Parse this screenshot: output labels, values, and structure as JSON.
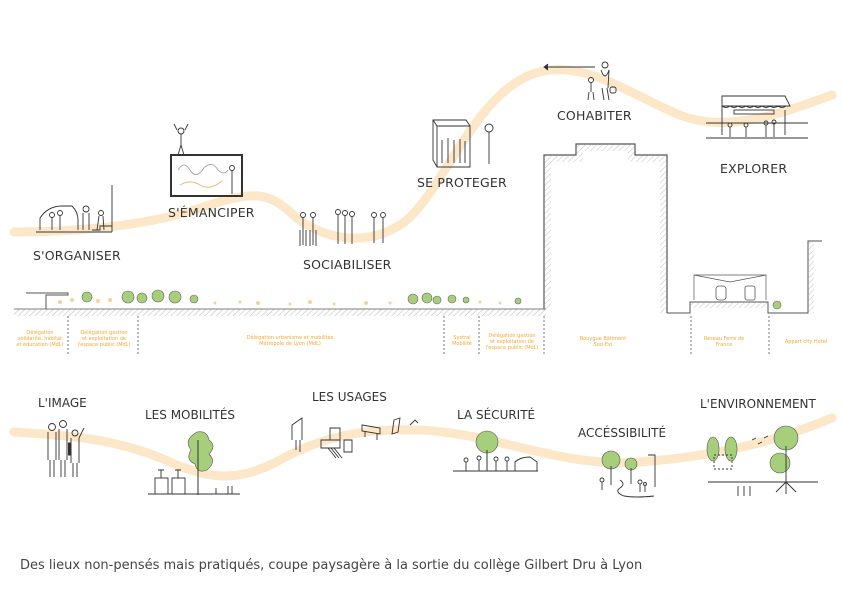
{
  "colors": {
    "ribbon": "#fce7c8",
    "zone_text": "#f4a836",
    "tree_fill": "#a7cf7b",
    "ink": "#333333"
  },
  "top_themes": [
    {
      "id": "organiser",
      "label": "S'ORGANISER"
    },
    {
      "id": "emanciper",
      "label": "S'ÉMANCIPER"
    },
    {
      "id": "sociabiliser",
      "label": "SOCIABILISER"
    },
    {
      "id": "proteger",
      "label": "SE PROTEGER"
    },
    {
      "id": "cohabiter",
      "label": "COHABITER"
    },
    {
      "id": "explorer",
      "label": "EXPLORER"
    }
  ],
  "zones": [
    {
      "label": "Délégation\nsolidarité, habitat\net éducation (MdL)"
    },
    {
      "label": "Délégation gestion\net exploitation de\nl'espace public (MdL)"
    },
    {
      "label": "Délégation urbanisme et mobilités\nMétropole de Lyon (MdL)"
    },
    {
      "label": "Systral\nMobilité"
    },
    {
      "label": "Délégation gestion\net exploitation de\nl'espace public (MdL)"
    },
    {
      "label": "Bouygue Bâtiment\nSud-Est"
    },
    {
      "label": "Réseau Ferré de\nFrance"
    },
    {
      "label": "Appart city Hotel"
    }
  ],
  "bottom_themes": [
    {
      "id": "image",
      "label": "L'IMAGE"
    },
    {
      "id": "mobilites",
      "label": "LES MOBILITÉS"
    },
    {
      "id": "usages",
      "label": "LES USAGES"
    },
    {
      "id": "securite",
      "label": "LA SÉCURITÉ"
    },
    {
      "id": "accessibilite",
      "label": "ACCÉSSIBILITÉ"
    },
    {
      "id": "environnement",
      "label": "L'ENVIRONNEMENT"
    }
  ],
  "caption": "Des lieux non-pensés mais pratiqués, coupe paysagère à la sortie du collège Gilbert Dru à Lyon"
}
